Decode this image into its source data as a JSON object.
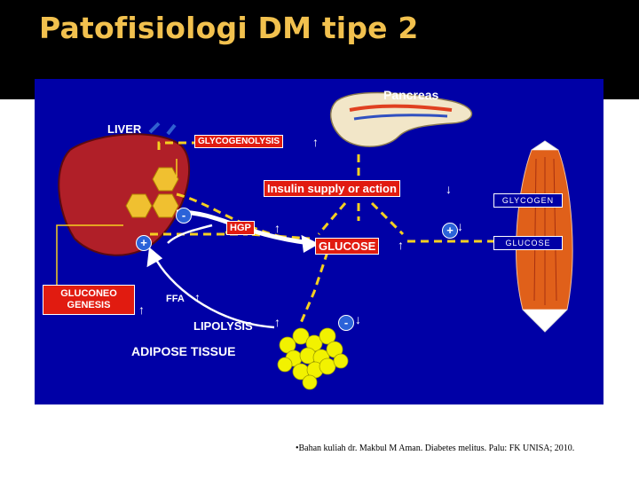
{
  "slide": {
    "title": "Patofisiologi DM tipe 2",
    "citation": "•Bahan kuliah dr. Makbul M Aman. Diabetes melitus. Palu: FK UNISA; 2010."
  },
  "diagram": {
    "liver_label": "LIVER",
    "pancreas_label": "Pancreas",
    "glycogenolysis": "GLYCOGENOLYSIS",
    "insulin": "Insulin supply or action",
    "hgp": "HGP",
    "glucose": "GLUCOSE",
    "gluconeo_line1": "GLUCONEO",
    "gluconeo_line2": "GENESIS",
    "ffa": "FFA",
    "lipolysis": "LIPOLYSIS",
    "adipose": "ADIPOSE TISSUE",
    "muscle_glycogen": "GLYCOGEN",
    "muscle_glucose": "GLUCOSE",
    "plus": "+",
    "minus": "-",
    "up": "↑",
    "down": "↓"
  },
  "colors": {
    "title": "#f2c14e",
    "panel": "#0000a6",
    "red_box": "#e11b10",
    "dash": "#f5d020",
    "fat": "#f2f200"
  }
}
